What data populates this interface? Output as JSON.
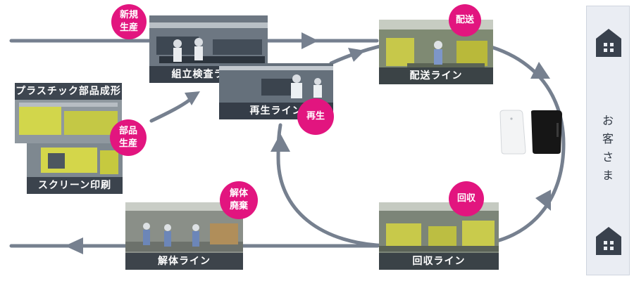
{
  "process_lines": {
    "assembly_inspection": "組立検査ライン",
    "regeneration": "再生ライン",
    "delivery": "配送ライン",
    "plastic_parts_molding": "プラスチック部品成形",
    "screen_printing": "スクリーン印刷",
    "dismantling": "解体ライン",
    "collection": "回収ライン"
  },
  "badges": {
    "new_production": "新規\n生産",
    "delivery": "配送",
    "regeneration": "再生",
    "parts_production": "部品\n生産",
    "dismantle_dispose": "解体\n廃棄",
    "collection": "回収"
  },
  "customer": {
    "label_chars": [
      "お",
      "客",
      "さ",
      "ま"
    ]
  },
  "colors": {
    "accent": "#e2157f",
    "arrow": "#76808f",
    "customer_panel": "#eaedf3",
    "house_icon": "#39414d"
  },
  "icons": {
    "customer_top": "house-icon",
    "customer_bottom": "house-icon",
    "product": "router-icon"
  }
}
